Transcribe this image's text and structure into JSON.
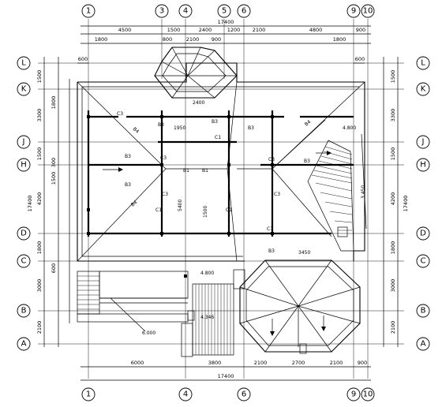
{
  "axes": {
    "top": [
      "1",
      "3",
      "4",
      "5",
      "6",
      "9",
      "10"
    ],
    "bottom": [
      "1",
      "4",
      "6",
      "9",
      "10"
    ],
    "left": [
      "L",
      "K",
      "J",
      "H",
      "D",
      "C",
      "B",
      "A"
    ],
    "right": [
      "L",
      "K",
      "J",
      "H",
      "D",
      "C",
      "B",
      "A"
    ]
  },
  "dimensions": {
    "top_total": "17400",
    "top_row1": [
      "4500",
      "1500",
      "2400",
      "1200",
      "2100",
      "4800",
      "900"
    ],
    "top_row2": [
      "1800",
      "800",
      "2100",
      "900",
      "1800"
    ],
    "top_small": [
      "600",
      "600"
    ],
    "bottom_row1": [
      "6000",
      "3800",
      "2100",
      "2700",
      "2100",
      "900"
    ],
    "bottom_total": "17400",
    "left_outer": [
      "1500",
      "3300",
      "1500",
      "4200",
      "1800",
      "3000",
      "2100"
    ],
    "left_total": "17400",
    "left_inner": [
      "1800",
      "300",
      "1500",
      "600"
    ],
    "right_outer": [
      "1500",
      "3300",
      "1500",
      "4200",
      "1800",
      "3000",
      "2100"
    ],
    "right_total": "17400"
  },
  "labels": {
    "c3": [
      "C3",
      "C3",
      "C3",
      "C3",
      "C3"
    ],
    "c1": [
      "C1",
      "C1",
      "C1",
      "C1"
    ],
    "b3": [
      "B3",
      "B3",
      "B3",
      "B3",
      "B3",
      "B3",
      "B3"
    ],
    "b4": [
      "B4",
      "B4",
      "B4"
    ],
    "b1": [
      "B1",
      "B1"
    ],
    "dims_inside": [
      "1950",
      "5400",
      "1500",
      "3450",
      "2400"
    ],
    "notes": [
      "4.800",
      "3.450",
      "4.346",
      "6.000",
      "4.800"
    ]
  }
}
